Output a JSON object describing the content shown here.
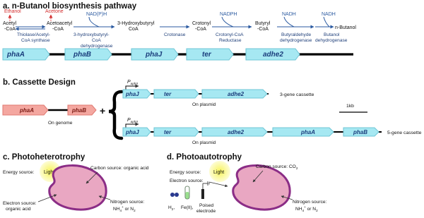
{
  "panel_a": {
    "title": "a. n-Butanol biosynthesis pathway",
    "compounds": {
      "acetyl_l1": "Acetyl",
      "acetyl_l2": "-CoA",
      "acetoacetyl_l1": "Acetoacetyl",
      "acetoacetyl_l2": "-CoA",
      "hydroxybutyryl_l1": "3-Hydroxybutyryl",
      "hydroxybutyryl_l2": "CoA",
      "crotonyl_l1": "Crotonyl",
      "crotonyl_l2": "-CoA",
      "butyryl_l1": "Butyryl",
      "butyryl_l2": "-CoA",
      "butanol": "n-Butanol"
    },
    "byproducts": {
      "ethanol": "Ethanol",
      "acetone": "Acetone"
    },
    "cofactors": {
      "nadph_1": "NAD(P)H",
      "nadph_2": "NADPH",
      "nadh_1": "NADH",
      "nadh_2": "NADH"
    },
    "enzymes": {
      "thiolase_l1": "Thiolase/Acetyl-",
      "thiolase_l2": "CoA synthase",
      "hbd_l1": "3-hydroxybutyryl-",
      "hbd_l2": "CoA",
      "hbd_l3": "dehydrogenase",
      "crotonase": "Crotonase",
      "ccr_l1": "Crotonyl-CoA",
      "ccr_l2": "Reductase",
      "bald_l1": "Butyraldehyde",
      "bald_l2": "dehydrogenase",
      "bdh_l1": "Butanol",
      "bdh_l2": "dehydrogenase"
    },
    "genes": [
      "phaA",
      "phaB",
      "phaJ",
      "ter",
      "adhe2"
    ]
  },
  "panel_b": {
    "title": "b. Cassette Design",
    "genome_genes": [
      "phaA",
      "phaB"
    ],
    "genome_label": "On genome",
    "plus": "+",
    "promoter": "P",
    "promoter_sub": "aphII",
    "cassette1_genes": [
      "phaJ",
      "ter",
      "adhe2"
    ],
    "cassette1_plasmid": "On plasmid",
    "cassette1_label": "3-gene cassette",
    "cassette2_genes": [
      "phaJ",
      "ter",
      "adhe2",
      "phaA",
      "phaB"
    ],
    "cassette2_plasmid": "On plasmid",
    "cassette2_label": "5-gene cassette",
    "scale_label": "1kb"
  },
  "panel_c": {
    "title": "c. Photoheterotrophy",
    "energy_source": "Energy source:",
    "light": "Light",
    "carbon_source": "Carbon source: organic acid",
    "electron_l1": "Electron source:",
    "electron_l2": "organic acid",
    "nitrogen_l1": "Nitrogen source:",
    "nitrogen_l2": "NH",
    "nitrogen_sub": "4",
    "nitrogen_sup": "+",
    "nitrogen_l2b": " or N",
    "nitrogen_sub2": "2"
  },
  "panel_d": {
    "title": "d. Photoautotrophy",
    "energy_source": "Energy source:",
    "light": "Light",
    "carbon_source": "Carbon source: CO",
    "carbon_sub": "2",
    "electron_source": "Electron source:",
    "donor_h2": "H",
    "donor_h2_sub": "2",
    "donor_fe": "Fe(II),",
    "poised_l1": "Poised",
    "poised_l2": "electrode",
    "nitrogen_l1": "Nitrogen source:",
    "nitrogen_l2": "NH",
    "nitrogen_sub": "4",
    "nitrogen_sup": "+",
    "nitrogen_l2b": " or N",
    "nitrogen_sub2": "2"
  },
  "colors": {
    "pathway_text": "#1f3f7a",
    "byproduct": "#d32f2f",
    "arrow_blue": "#2b5aa0",
    "gene_fill": "#a6e8f2",
    "gene_stroke": "#6fc6d6",
    "genome_fill": "#f4a7a0",
    "genome_stroke": "#e07a72",
    "cell_fill": "#e9a7c2",
    "cell_stroke": "#8b2d86",
    "light_fill": "#f3ee4a"
  }
}
